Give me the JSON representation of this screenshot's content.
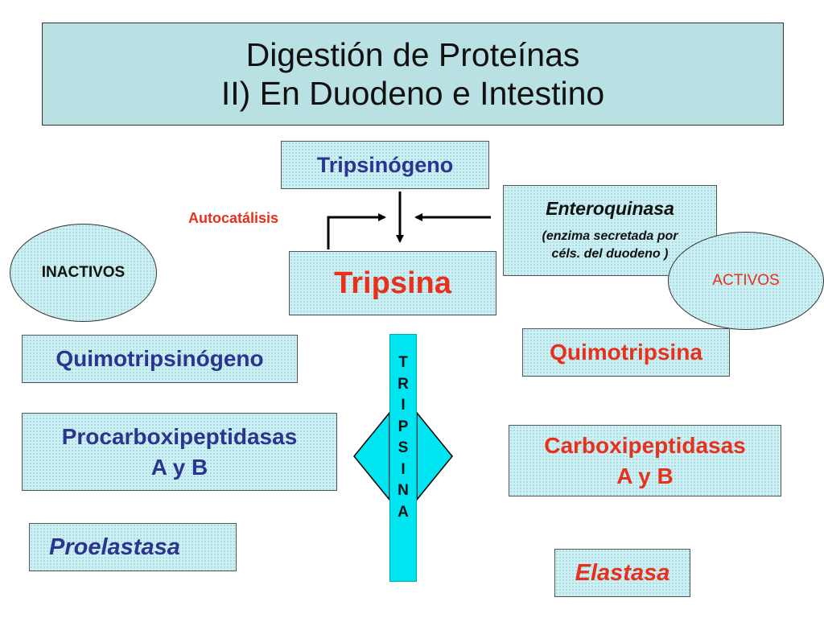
{
  "title": {
    "line1": "Digestión de Proteínas",
    "line2": "II) En Duodeno e Intestino"
  },
  "tripsinogeno": "Tripsinógeno",
  "autocatalisis": "Autocatálisis",
  "enteroquinasa": {
    "name": "Enteroquinasa",
    "note_line1": "(enzima secretada por",
    "note_line2": "céls. del duodeno )"
  },
  "tripsina": "Tripsina",
  "inactivos": "INACTIVOS",
  "activos": "ACTIVOS",
  "vertical_letters": [
    "T",
    "R",
    "I",
    "P",
    "S",
    "I",
    "N",
    "A"
  ],
  "inactive": {
    "quimotripsinogeno": "Quimotripsinógeno",
    "procarboxipeptidasas_line1": "Procarboxipeptidasas",
    "procarboxipeptidasas_line2": "A y B",
    "proelastasa": "Proelastasa"
  },
  "active": {
    "quimotripsina": "Quimotripsina",
    "carboxipeptidasas_line1": "Carboxipeptidasas",
    "carboxipeptidasas_line2": "A y B",
    "elastasa": "Elastasa"
  },
  "colors": {
    "blue_text": "#2b3590",
    "red_text": "#e8301c",
    "box_fill": "#ccf0f3",
    "arrow_fill": "#00e5f2"
  }
}
